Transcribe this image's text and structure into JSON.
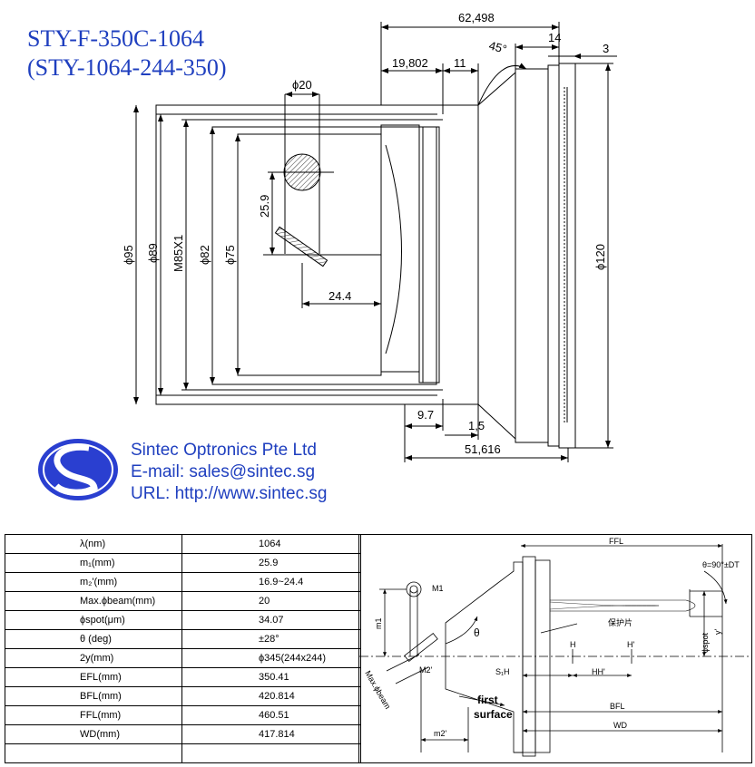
{
  "title": {
    "line1": "STY-F-350C-1064",
    "line2": "(STY-1064-244-350)"
  },
  "dimensions": {
    "overall_length": "62,498",
    "length_19802": "19,802",
    "length_11": "11",
    "angle_45": "45°",
    "length_14": "14",
    "length_3": "3",
    "phi20": "ϕ20",
    "d259": "25.9",
    "d244": "24.4",
    "phi95": "ϕ95",
    "phi89": "ϕ89",
    "m85": "M85X1",
    "phi82": "ϕ82",
    "phi75": "ϕ75",
    "phi120": "ϕ120",
    "d97": "9.7",
    "d15": "1,5",
    "d51616": "51,616"
  },
  "company": {
    "name": "Sintec Optronics Pte Ltd",
    "email": "E-mail: sales@sintec.sg",
    "url": "URL: http://www.sintec.sg"
  },
  "specs": [
    {
      "param": "λ(nm)",
      "value": "1064"
    },
    {
      "param": "m₁(mm)",
      "value": "25.9"
    },
    {
      "param": "m₂'(mm)",
      "value": "16.9~24.4"
    },
    {
      "param": "Max.ϕbeam(mm)",
      "value": "20"
    },
    {
      "param": "ϕspot(μm)",
      "value": "34.07"
    },
    {
      "param": "θ (deg)",
      "value": "±28°"
    },
    {
      "param": "2y(mm)",
      "value": "ϕ345(244x244)"
    },
    {
      "param": "EFL(mm)",
      "value": "350.41"
    },
    {
      "param": "BFL(mm)",
      "value": "420.814"
    },
    {
      "param": "FFL(mm)",
      "value": "460.51"
    },
    {
      "param": "WD(mm)",
      "value": "417.814"
    },
    {
      "param": "",
      "value": ""
    }
  ],
  "schema": {
    "ffl": "FFL",
    "theta_dt": "θ=90°±DT",
    "m1": "M1",
    "m1_dim": "m1",
    "m2prime": "M2'",
    "theta": "θ",
    "protect": "保护片",
    "phispot": "ϕspot",
    "y": "y'",
    "h": "H",
    "hprime": "H'",
    "s1h": "S₁H",
    "hh": "HH'",
    "maxbeam": "Max.ϕbeam",
    "first": "first",
    "surface": "surface",
    "bfl": "BFL",
    "wd": "WD",
    "m2dim": "m2'"
  },
  "colors": {
    "brand": "#1f3fbf",
    "logo_blue": "#2a3fd0"
  }
}
